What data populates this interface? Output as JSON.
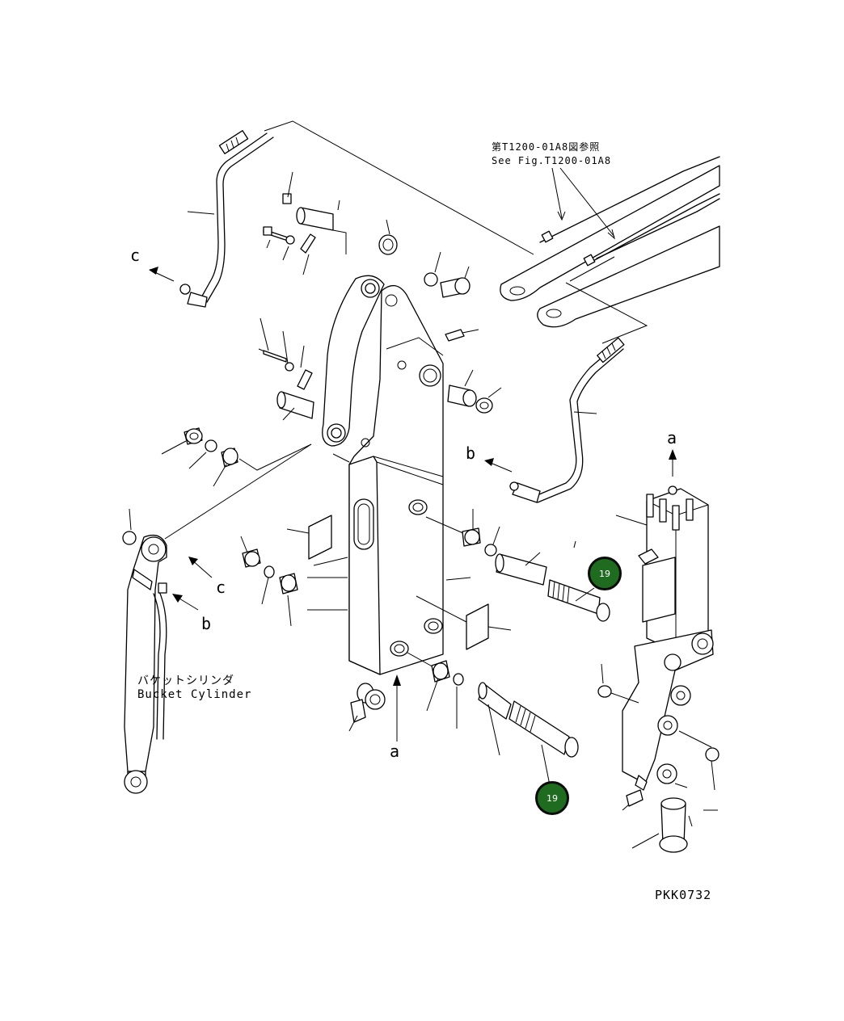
{
  "figure_code": "PKK0732",
  "reference": {
    "line1": "第T1200-01A8図参照",
    "line2": "See Fig.T1200-01A8"
  },
  "bucket_cylinder": {
    "jp": "バケットシリンダ",
    "en": "Bucket Cylinder"
  },
  "callout_letters": {
    "c_left": "c",
    "c_right": "c",
    "b_cyl": "b",
    "b_hose": "b",
    "a_bottom": "a",
    "a_right": "a"
  },
  "part_badges": [
    {
      "number": "19",
      "color": "#1f6b1f"
    },
    {
      "number": "19",
      "color": "#1f6b1f"
    }
  ]
}
